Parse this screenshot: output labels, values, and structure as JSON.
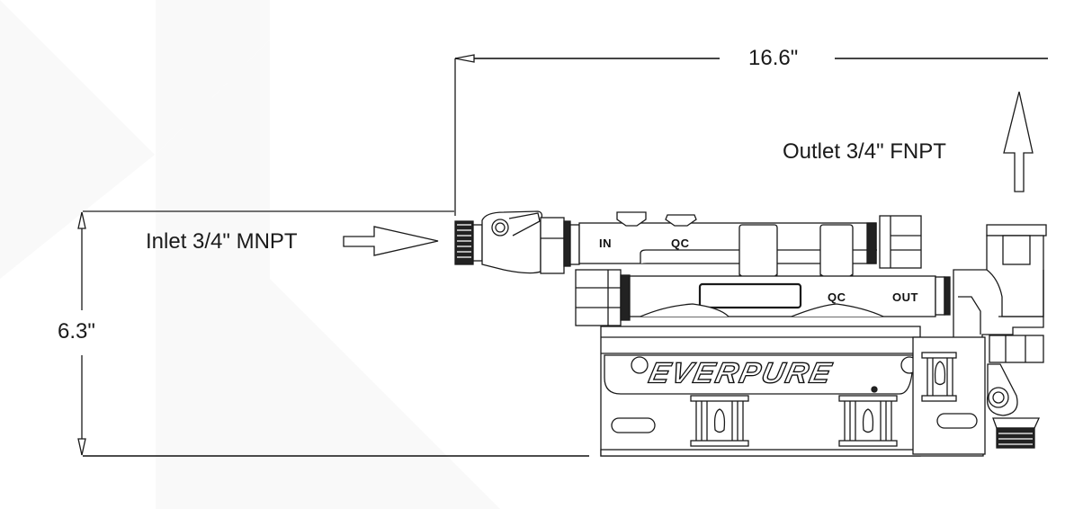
{
  "diagram": {
    "type": "dimensional-drawing",
    "subject": "Filter manifold head assembly (side view)",
    "brand_logo": "EVERPURE",
    "colors": {
      "line": "#1a1a1a",
      "background": "#ffffff",
      "background_shapes": "#f9f9f9"
    }
  },
  "dimensions": {
    "width": {
      "label": "16.6\"",
      "orientation": "horizontal"
    },
    "height": {
      "label": "6.3\"",
      "orientation": "vertical"
    }
  },
  "callouts": {
    "inlet": {
      "label": "Inlet 3/4\" MNPT",
      "arrow": "right-arrow"
    },
    "outlet": {
      "label": "Outlet 3/4\" FNPT",
      "arrow": "up-arrow"
    }
  },
  "part_labels": {
    "in": "IN",
    "qc_top": "QC",
    "qc_bottom": "QC",
    "out": "OUT"
  }
}
